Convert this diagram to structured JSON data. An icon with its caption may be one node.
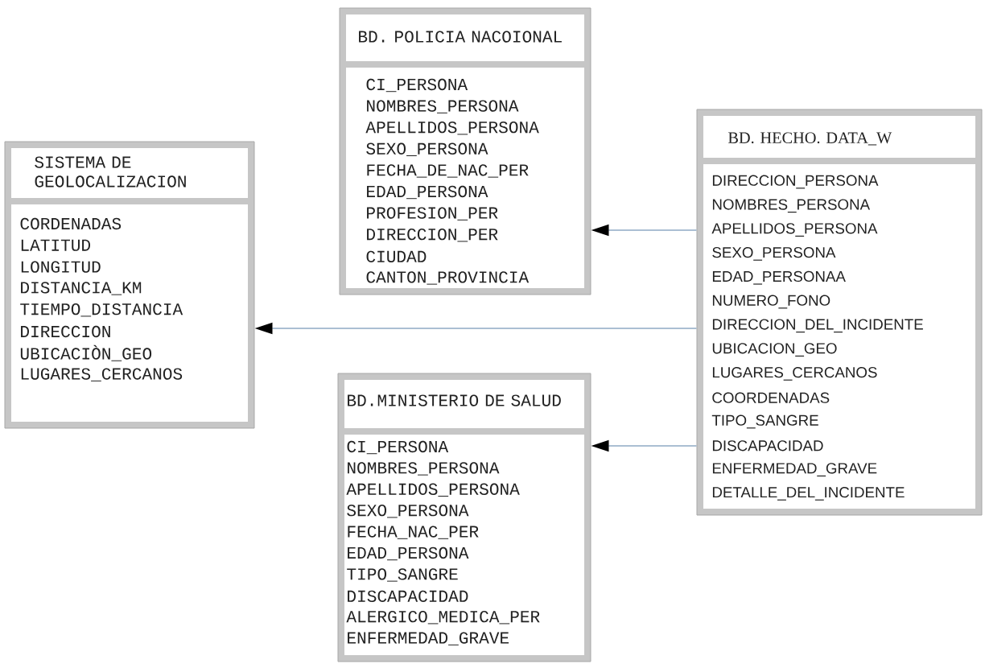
{
  "diagram": {
    "nodes": [
      {
        "text": [
          "BD. POLICIA NACOIONAL",
          "CI_PERSONA",
          "NOMBRES_PERSONA",
          "APELLIDOS_PERSONA",
          "SEXO_PERSONA",
          "FECHA_DE_NAC_PER",
          "EDAD_PERSONA",
          "PROFESION_PER",
          "DIRECCION_PER",
          "CIUDAD",
          "CANTON_PROVINCIA"
        ]
      },
      {
        "text": [
          "SISTEMA DE GEOLOCALIZACION",
          "CORDENADAS",
          "LATITUD",
          "LONGITUD",
          "DISTANCIA_KM",
          "TIEMPO_DISTANCIA",
          "DIRECCION",
          "UBICACIÒN_GEO",
          "LUGARES_CERCANOS"
        ]
      },
      {
        "text": [
          "BD. HECHO. DATA_W",
          "DIRECCION_PERSONA",
          "NOMBRES_PERSONA",
          "APELLIDOS_PERSONA",
          "SEXO_PERSONA",
          "EDAD_PERSONAA",
          "NUMERO_FONO",
          "DIRECCION_DEL_INCIDENTE",
          "UBICACION_GEO",
          "LUGARES_CERCANOS",
          "COORDENADAS",
          "TIPO_SANGRE",
          "DISCAPACIDAD",
          "ENFERMEDAD_GRAVE",
          "DETALLE_DEL_INCIDENTE"
        ]
      },
      {
        "text": [
          "BD.MINISTERIO DE SALUD",
          "CI_PERSONA",
          "NOMBRES_PERSONA",
          "APELLIDOS_PERSONA",
          "SEXO_PERSONA",
          "FECHA_NAC_PER",
          "EDAD_PERSONA",
          "TIPO_SANGRE",
          "DISCAPACIDAD",
          "ALERGICO_MEDICA_PER",
          "ENFERMEDAD_GRAVE"
        ]
      }
    ],
    "edges": [
      {
        "from": 2,
        "to": 0,
        "arrow": "to"
      },
      {
        "from": 2,
        "to": 1,
        "arrow": "to"
      },
      {
        "from": 2,
        "to": 3,
        "arrow": "to"
      }
    ]
  }
}
